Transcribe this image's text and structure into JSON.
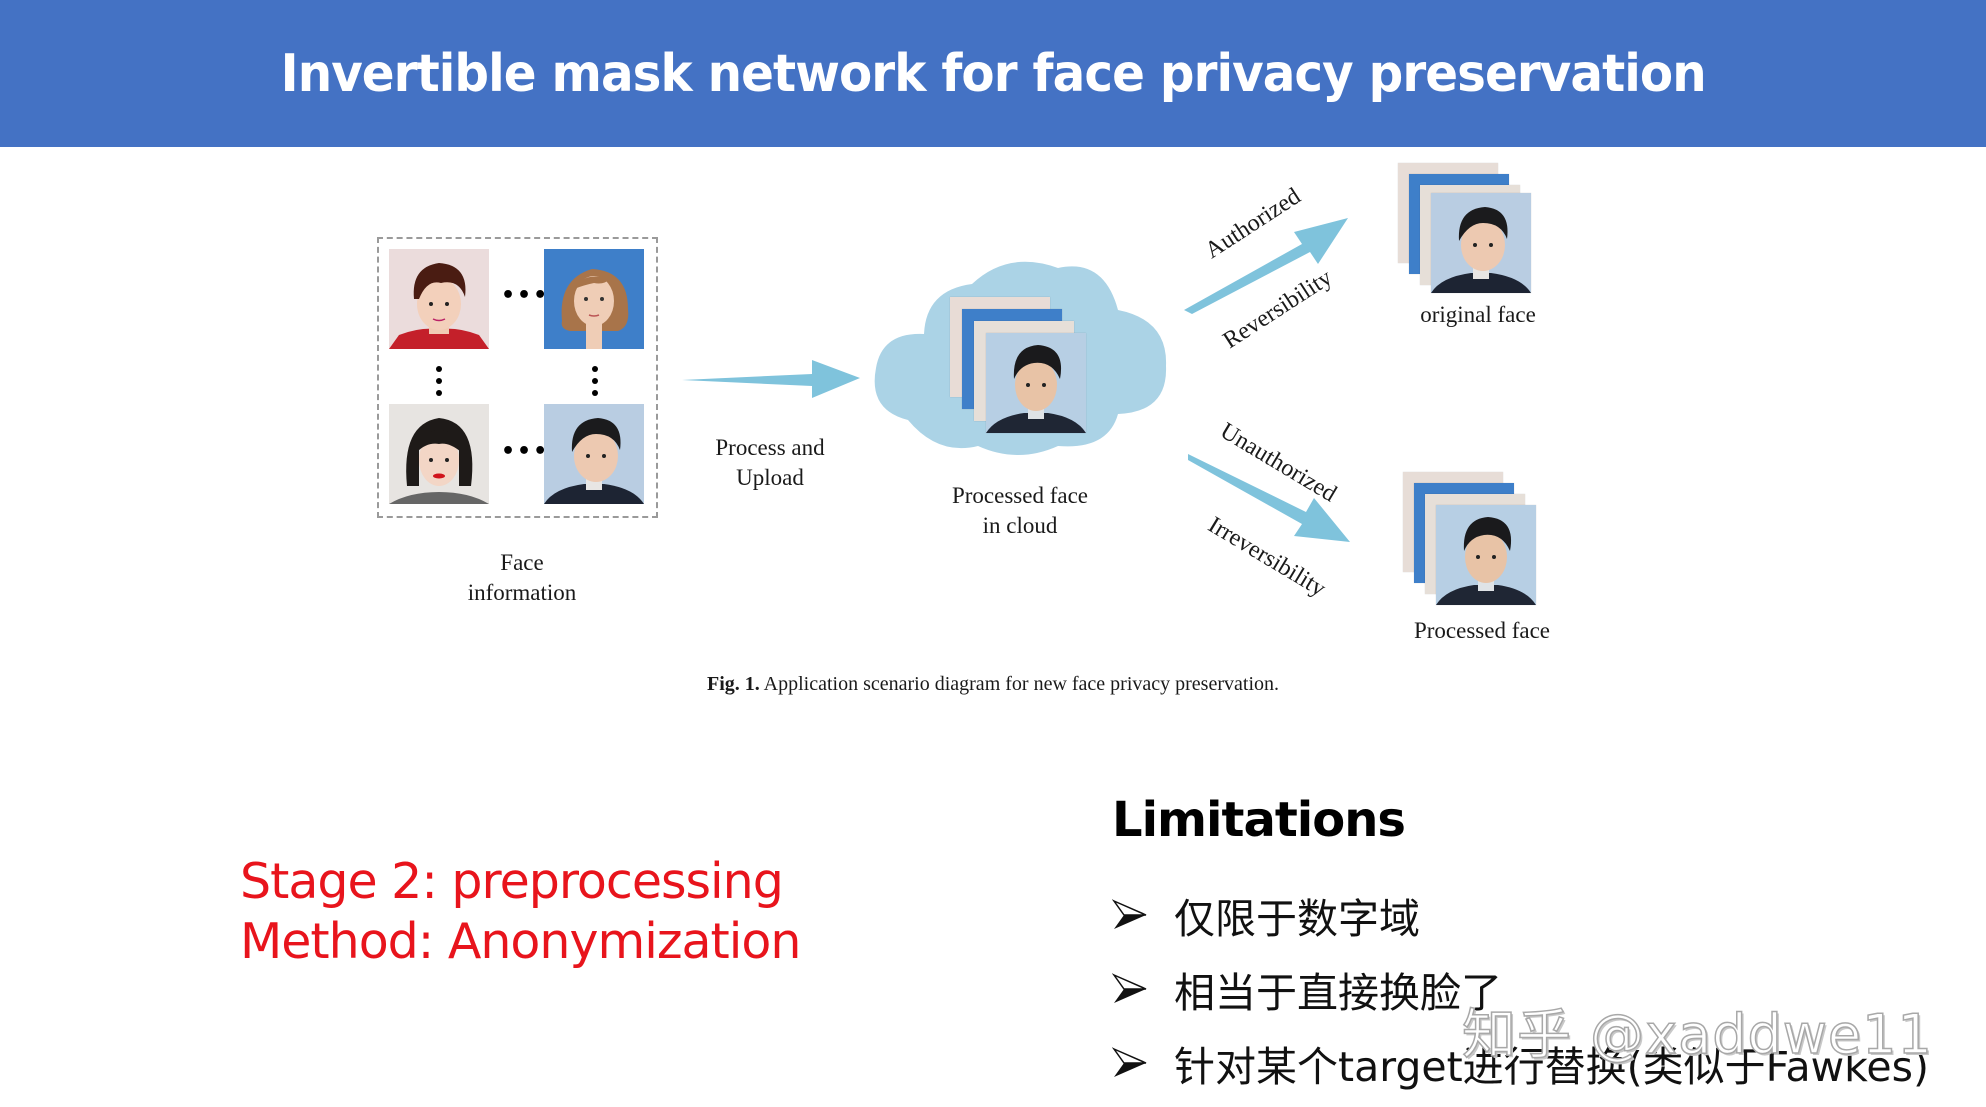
{
  "slide": {
    "title": "Invertible mask network for face privacy preservation",
    "colors": {
      "header_bg": "#4472c4",
      "header_text": "#ffffff",
      "arrow": "#7fc3dc",
      "cloud": "#abd3e6",
      "stage_text": "#e8141c",
      "body_text": "#000000"
    }
  },
  "figure": {
    "face_grid": {
      "label_line1": "Face",
      "label_line2": "information",
      "horizontal_ellipsis": "•••",
      "photos": [
        {
          "name": "young-man-red-jacket",
          "bg": "#e8d8d8"
        },
        {
          "name": "woman-bob-hair-blue-bg",
          "bg": "#3e7fc9"
        },
        {
          "name": "woman-short-black-hair",
          "bg": "#e6e3e0"
        },
        {
          "name": "man-dark-suit-light-blue-bg",
          "bg": "#b8cce0"
        }
      ]
    },
    "upload_arrow": {
      "label_line1": "Process and",
      "label_line2": "Upload"
    },
    "cloud": {
      "label_line1": "Processed face",
      "label_line2": "in cloud"
    },
    "authorized_branch": {
      "label_above": "Authorized",
      "label_below": "Reversibility",
      "result_label": "original face"
    },
    "unauthorized_branch": {
      "label_above": "Unauthorized",
      "label_below": "Irreversibility",
      "result_label": "Processed face"
    },
    "caption": {
      "prefix": "Fig. 1.",
      "text": " Application scenario diagram for new face privacy preservation."
    }
  },
  "stage_info": {
    "line1": "Stage 2: preprocessing",
    "line2": "Method: Anonymization"
  },
  "limitations": {
    "title": "Limitations",
    "bullet_icon": "arrowhead-bullet-icon",
    "items": [
      "仅限于数字域",
      "相当于直接换脸了",
      "针对某个target进行替换(类似于Fawkes)"
    ]
  },
  "watermark": {
    "text": "知乎 @xaddwe11"
  }
}
